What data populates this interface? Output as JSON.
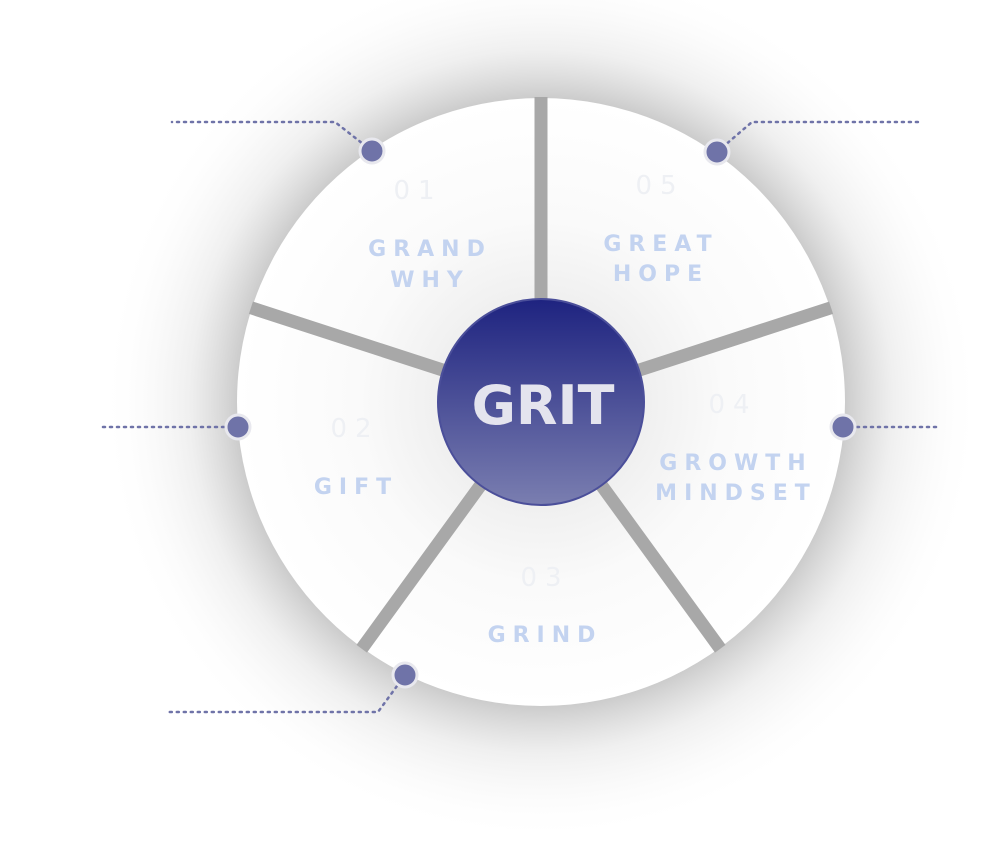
{
  "center": {
    "label": "GRIT"
  },
  "segments": [
    {
      "number": "01",
      "line1": "GRAND",
      "line2": "WHY"
    },
    {
      "number": "02",
      "line1": "GIFT"
    },
    {
      "number": "03",
      "line1": "GRIND"
    },
    {
      "number": "04",
      "line1": "GROWTH",
      "line2": "MINDSET"
    },
    {
      "number": "05",
      "line1": "GREAT",
      "line2": "HOPE"
    }
  ],
  "colors": {
    "accent": "#6f73a8",
    "center_top": "#1e2380",
    "center_bottom": "#7a7eb0",
    "label": "#c3d3f0"
  }
}
